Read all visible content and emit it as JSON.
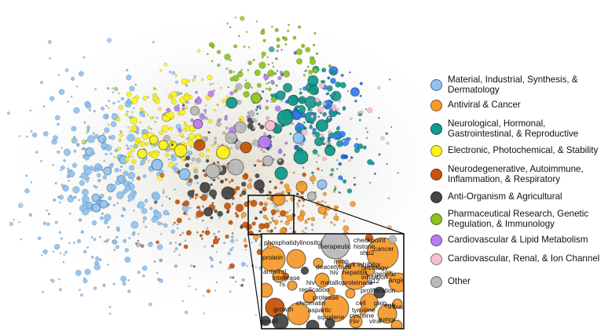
{
  "legend": {
    "items": [
      {
        "label_lines": [
          "Material, Industrial, Synthesis, &",
          "Dermatology"
        ],
        "color": "#8ec2f2"
      },
      {
        "label_lines": [
          "Antiviral & Cancer"
        ],
        "color": "#f59b2e"
      },
      {
        "label_lines": [
          "Neurological, Hormonal,",
          "Gastrointestinal, & Reproductive"
        ],
        "color": "#12998a"
      },
      {
        "label_lines": [
          "Electronic, Photochemical, & Stability"
        ],
        "color": "#fbf21a"
      },
      {
        "label_lines": [
          "Neurodegenerative, Autoimmune,",
          "Inflammation, & Respiratory"
        ],
        "color": "#c75508"
      },
      {
        "label_lines": [
          "Anti-Organism & Agricultural"
        ],
        "color": "#474747"
      },
      {
        "label_lines": [
          "Pharmaceutical Research, Genetic",
          "Regulation, & Immunology"
        ],
        "color": "#8cc21c"
      },
      {
        "label_lines": [
          "Cardiovascular & Lipid Metabolism"
        ],
        "color": "#b77cf0"
      },
      {
        "label_lines": [
          "Cardiovascular, Renal, & Ion Channel"
        ],
        "color": "#f6bfcc"
      },
      {
        "label_lines": [
          "Other"
        ],
        "color": "#b9b9b9"
      }
    ]
  },
  "zoom_terms": [
    "phosphatidylinositol",
    "therapeutic",
    "checkpoint",
    "histone",
    "shp2",
    "cancer",
    "protein",
    "mmp",
    "syk inhibitor",
    "deacetylase",
    "hiv",
    "hepatitis",
    "oncology",
    "inhibition",
    "genetic",
    "antiviral",
    "integrase",
    "metalloproteinase",
    "g12",
    "rs",
    "replication",
    "proliferation",
    "hiv",
    "protease",
    "cell",
    "chromatin",
    "aspartic",
    "tyrosine",
    "growth",
    "squalene",
    "cysteine",
    "rsv",
    "viral",
    "tumor",
    "small",
    "egfr",
    "pain",
    "kras",
    "angiogen"
  ]
}
